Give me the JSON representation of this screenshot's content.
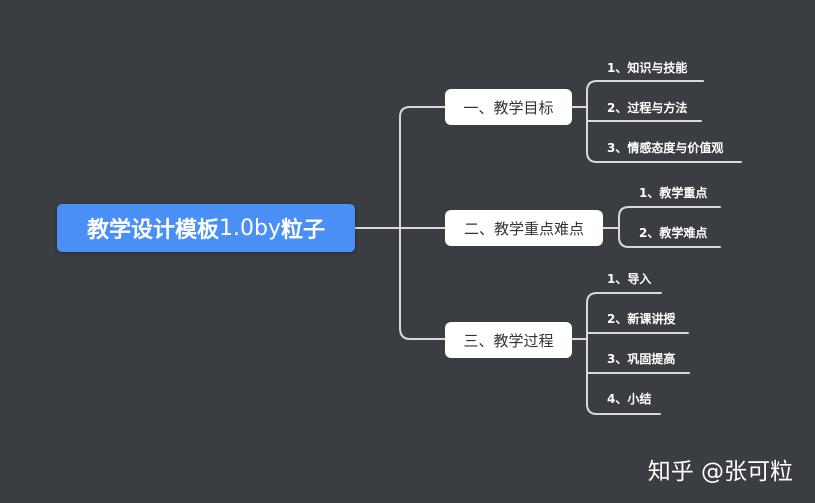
{
  "root": {
    "label_main": "教学设计模板",
    "label_version": "1.0by",
    "label_tail": "粒子"
  },
  "branches": [
    {
      "label": "一、教学目标",
      "leaves": [
        "1、知识与技能",
        "2、过程与方法",
        "3、情感态度与价值观"
      ]
    },
    {
      "label": "二、教学重点难点",
      "leaves": [
        "1、教学重点",
        "2、教学难点"
      ]
    },
    {
      "label": "三、教学过程",
      "leaves": [
        "1、导入",
        "2、新课讲授",
        "3、巩固提高",
        "4、小结"
      ]
    }
  ],
  "watermark": "知乎 @张可粒",
  "colors": {
    "background": "#3a3d42",
    "root": "#4a8ff5",
    "branch": "#ffffff",
    "connector": "#d9d9d9",
    "leaf_text": "#ffffff"
  }
}
